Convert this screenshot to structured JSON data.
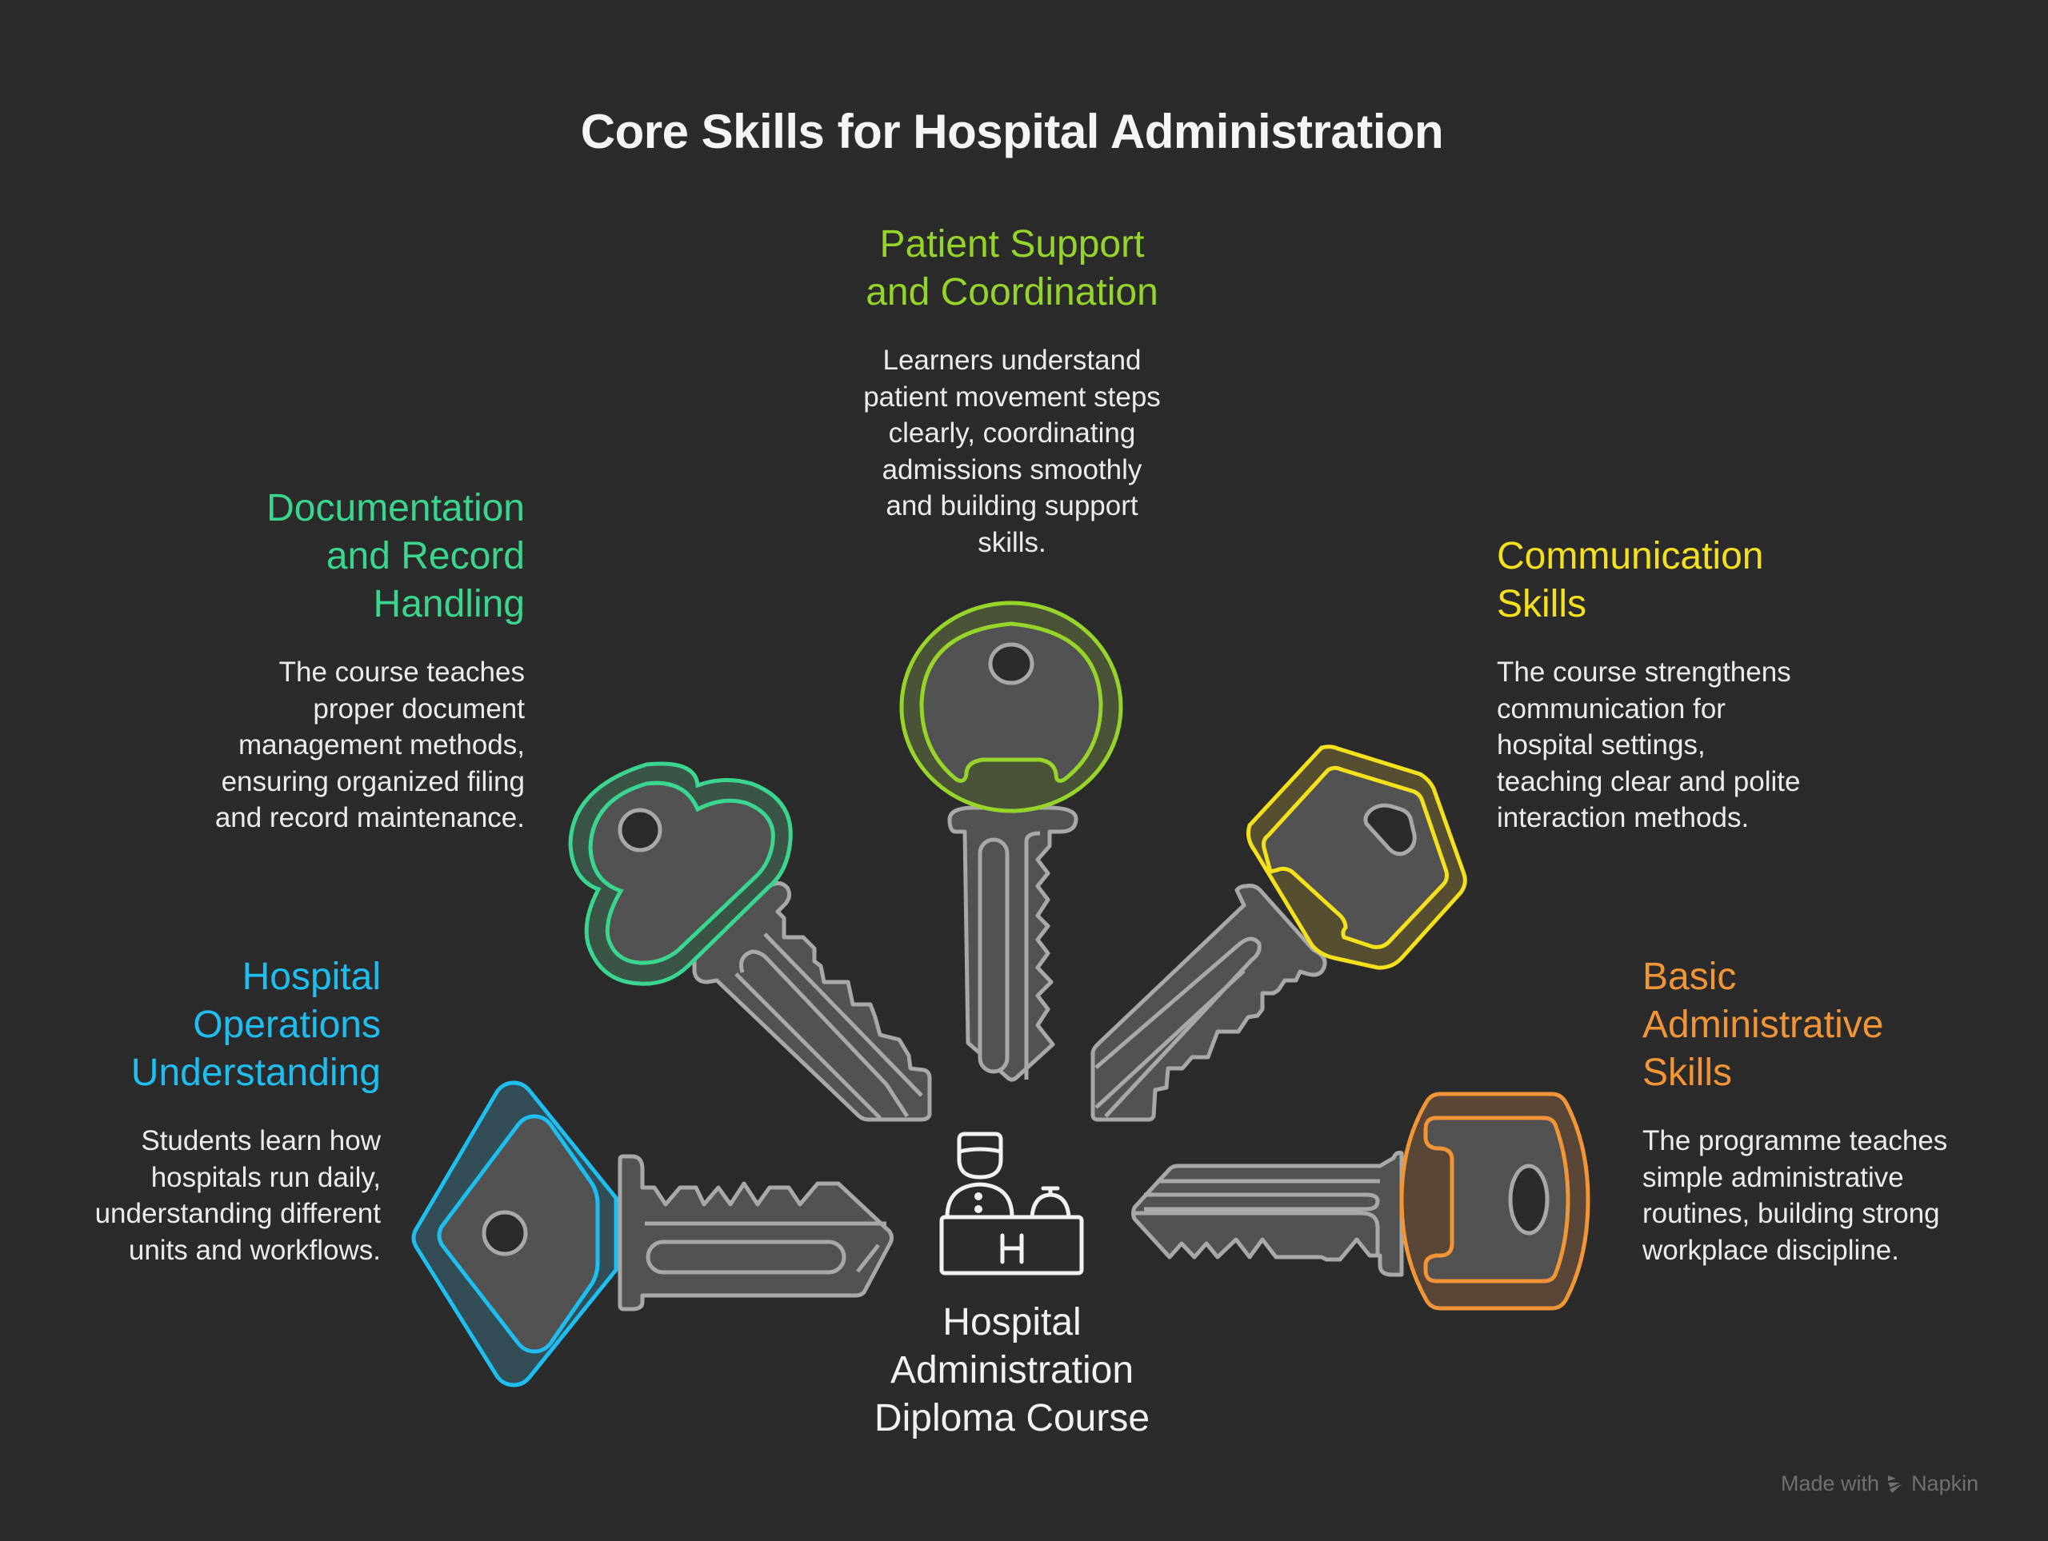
{
  "title": "Core Skills for Hospital Administration",
  "center": {
    "label_lines": [
      "Hospital",
      "Administration",
      "Diploma Course"
    ],
    "icon": "hospital-reception-desk-icon"
  },
  "skills": [
    {
      "id": "hospital-operations",
      "heading_lines": [
        "Hospital",
        "Operations",
        "Understanding"
      ],
      "description_lines": [
        "Students learn how",
        "hospitals run daily,",
        "understanding different",
        "units and workflows."
      ],
      "color": "#1ebef0",
      "key_shape": "diamond"
    },
    {
      "id": "documentation",
      "heading_lines": [
        "Documentation",
        "and Record",
        "Handling"
      ],
      "description_lines": [
        "The course teaches",
        "proper document",
        "management methods,",
        "ensuring organized filing",
        "and record maintenance."
      ],
      "color": "#3ad690",
      "key_shape": "clover"
    },
    {
      "id": "patient-support",
      "heading_lines": [
        "Patient Support",
        "and Coordination"
      ],
      "description_lines": [
        "Learners understand",
        "patient movement steps",
        "clearly, coordinating",
        "admissions smoothly",
        "and building support",
        "skills."
      ],
      "color": "#97d42a",
      "key_shape": "oval"
    },
    {
      "id": "communication",
      "heading_lines": [
        "Communication",
        "Skills"
      ],
      "description_lines": [
        "The course strengthens",
        "communication for",
        "hospital settings,",
        "teaching clear and polite",
        "interaction methods."
      ],
      "color": "#f5e11b",
      "key_shape": "hexagon"
    },
    {
      "id": "basic-administrative",
      "heading_lines": [
        "Basic",
        "Administrative",
        "Skills"
      ],
      "description_lines": [
        "The programme teaches",
        "simple administrative",
        "routines, building strong",
        "workplace discipline."
      ],
      "color": "#f29536",
      "key_shape": "rounded-rect"
    }
  ],
  "colors": {
    "background": "#2b2b2b",
    "key_body": "#525252",
    "key_outline": "#a8a8a8",
    "text": "#ececec"
  },
  "watermark": {
    "prefix": "Made with",
    "brand": "Napkin",
    "icon": "napkin-logo-icon"
  }
}
